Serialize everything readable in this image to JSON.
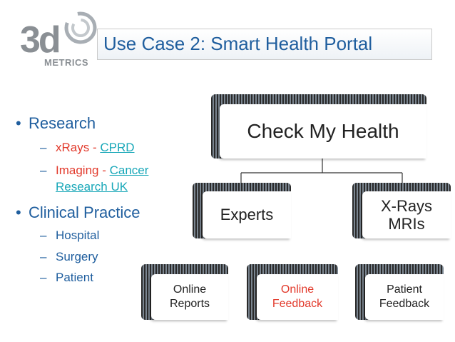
{
  "logo": {
    "mark": "3d",
    "wordmark": "METRICS"
  },
  "title": "Use Case 2: Smart Health Portal",
  "bullets": [
    {
      "text": "Research",
      "subs": [
        {
          "plain": "xRays - ",
          "link": "CPRD"
        },
        {
          "plain": "Imaging - ",
          "link": "Cancer",
          "link2": "Research UK"
        }
      ]
    },
    {
      "text": "Clinical Practice",
      "subs": [
        {
          "plain": "Hospital"
        },
        {
          "plain": "Surgery"
        },
        {
          "plain": "Patient"
        }
      ]
    }
  ],
  "diagram": {
    "root": "Check My Health",
    "level1": [
      {
        "line1": "Experts"
      },
      {
        "line1": "X-Rays",
        "line2": "MRIs"
      }
    ],
    "level2": [
      {
        "line1": "Online",
        "line2": "Reports",
        "color": "#222222"
      },
      {
        "line1": "Online",
        "line2": "Feedback",
        "color": "#e23a2c"
      },
      {
        "line1": "Patient",
        "line2": "Feedback",
        "color": "#222222"
      }
    ]
  }
}
